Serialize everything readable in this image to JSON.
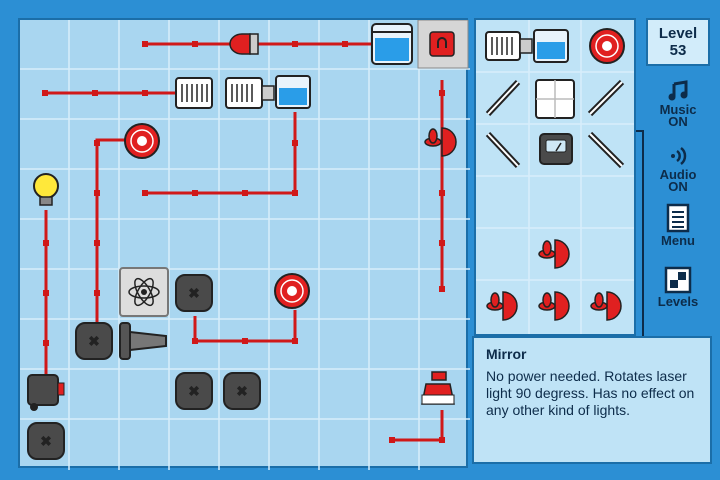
{
  "level": {
    "label": "Level",
    "number": "53"
  },
  "side_buttons": [
    {
      "name": "music-toggle",
      "label": "Music",
      "state": "ON",
      "icon": "music-note-icon"
    },
    {
      "name": "audio-toggle",
      "label": "Audio",
      "state": "ON",
      "icon": "speaker-icon"
    },
    {
      "name": "menu-button",
      "label": "Menu",
      "state": "",
      "icon": "menu-list-icon"
    },
    {
      "name": "levels-button",
      "label": "Levels",
      "state": "",
      "icon": "levels-grid-icon"
    }
  ],
  "info": {
    "title": "Mirror",
    "description": "No power needed. Rotates laser light 90 degress. Has no effect on any other kind of lights."
  },
  "colors": {
    "background": "#2c8fd4",
    "board": "#a9d6f0",
    "wire": "#d01818",
    "panel": "#bfe3f6"
  }
}
